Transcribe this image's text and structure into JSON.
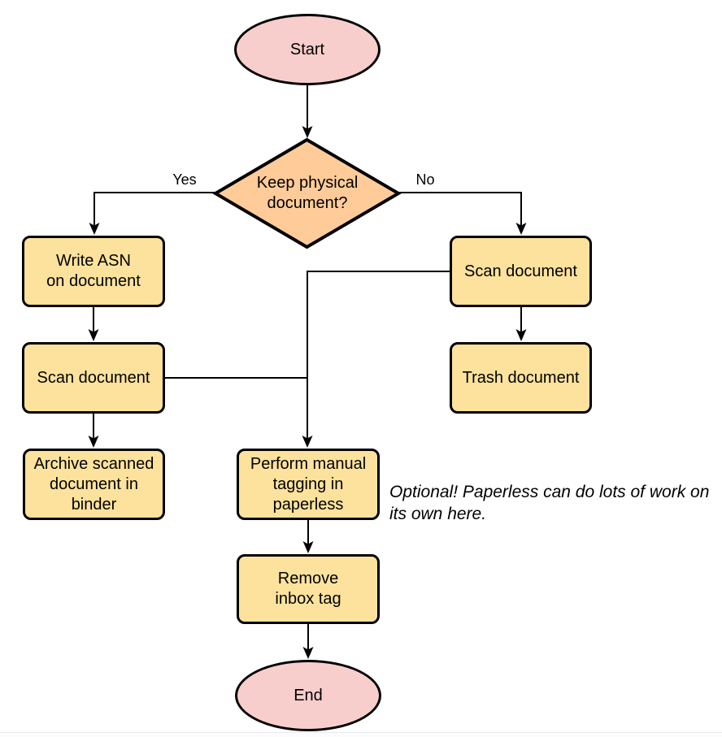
{
  "diagram": {
    "nodes": {
      "start": {
        "label": "Start",
        "type": "terminal"
      },
      "decision": {
        "label": "Keep physical\ndocument?",
        "type": "decision"
      },
      "write_asn": {
        "label": "Write ASN\non document",
        "type": "process"
      },
      "scan_left": {
        "label": "Scan document",
        "type": "process"
      },
      "archive": {
        "label": "Archive scanned\ndocument in\nbinder",
        "type": "process"
      },
      "scan_right": {
        "label": "Scan document",
        "type": "process"
      },
      "trash": {
        "label": "Trash document",
        "type": "process"
      },
      "tagging": {
        "label": "Perform manual\ntagging in\npaperless",
        "type": "process"
      },
      "remove_inbox": {
        "label": "Remove\ninbox tag",
        "type": "process"
      },
      "end": {
        "label": "End",
        "type": "terminal"
      }
    },
    "edge_labels": {
      "yes": "Yes",
      "no": "No"
    },
    "note": "Optional! Paperless can do lots of work on\nits own here.",
    "colors": {
      "terminal_fill": "#F8CECC",
      "decision_fill": "#FFCC99",
      "process_fill": "#FCE29C",
      "stroke": "#000000",
      "page_edge": "#e9eaf0"
    }
  }
}
